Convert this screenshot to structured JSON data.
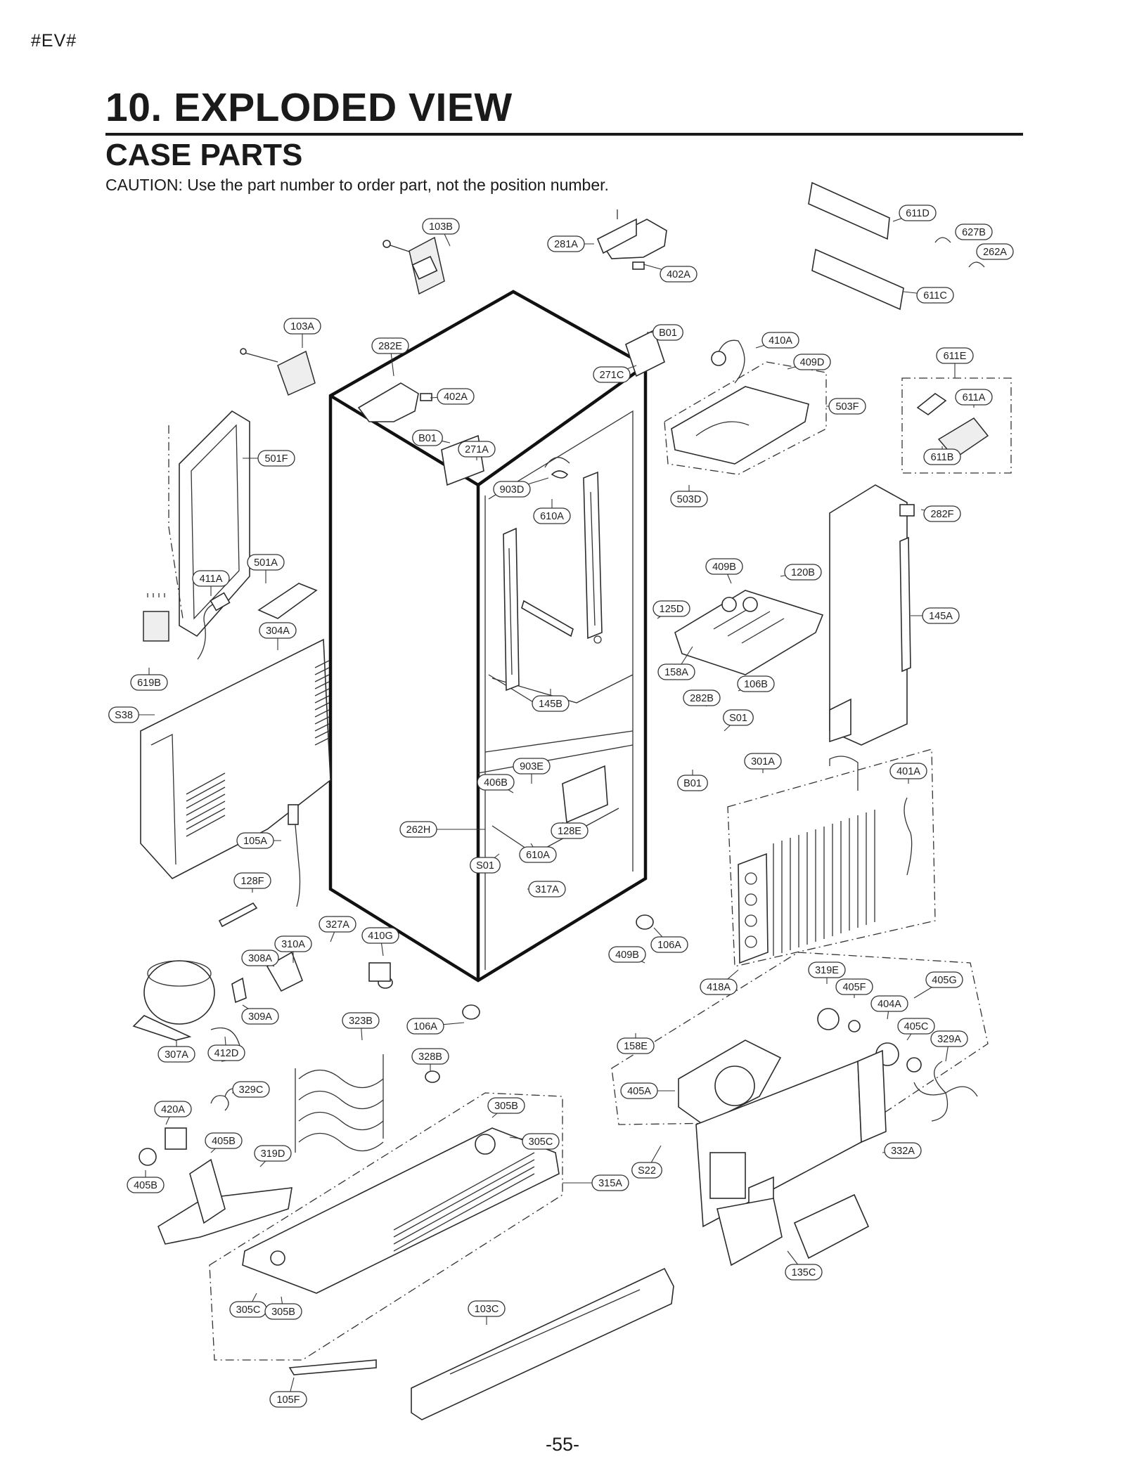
{
  "page": {
    "tag": "#EV#",
    "title": "10. EXPLODED VIEW",
    "subtitle": "CASE PARTS",
    "caution": "CAUTION: Use the part number to order part, not the position number.",
    "page_number": "-55-"
  },
  "callouts": [
    {
      "label": "103B"
    },
    {
      "label": "281A"
    },
    {
      "label": "402A"
    },
    {
      "label": "611D"
    },
    {
      "label": "627B"
    },
    {
      "label": "262A"
    },
    {
      "label": "611C"
    },
    {
      "label": "103A"
    },
    {
      "label": "282E"
    },
    {
      "label": "402A"
    },
    {
      "label": "B01"
    },
    {
      "label": "271C"
    },
    {
      "label": "410A"
    },
    {
      "label": "409D"
    },
    {
      "label": "611E"
    },
    {
      "label": "611A"
    },
    {
      "label": "503F"
    },
    {
      "label": "611B"
    },
    {
      "label": "B01"
    },
    {
      "label": "271A"
    },
    {
      "label": "501F"
    },
    {
      "label": "903D"
    },
    {
      "label": "610A"
    },
    {
      "label": "503D"
    },
    {
      "label": "282F"
    },
    {
      "label": "501A"
    },
    {
      "label": "411A"
    },
    {
      "label": "409B"
    },
    {
      "label": "120B"
    },
    {
      "label": "304A"
    },
    {
      "label": "125D"
    },
    {
      "label": "145A"
    },
    {
      "label": "619B"
    },
    {
      "label": "158A"
    },
    {
      "label": "106B"
    },
    {
      "label": "S38"
    },
    {
      "label": "145B"
    },
    {
      "label": "282B"
    },
    {
      "label": "S01"
    },
    {
      "label": "301A"
    },
    {
      "label": "903E"
    },
    {
      "label": "401A"
    },
    {
      "label": "406B"
    },
    {
      "label": "B01"
    },
    {
      "label": "262H"
    },
    {
      "label": "128E"
    },
    {
      "label": "105A"
    },
    {
      "label": "610A"
    },
    {
      "label": "S01"
    },
    {
      "label": "317A"
    },
    {
      "label": "128F"
    },
    {
      "label": "327A"
    },
    {
      "label": "410G"
    },
    {
      "label": "310A"
    },
    {
      "label": "106A"
    },
    {
      "label": "308A"
    },
    {
      "label": "409B"
    },
    {
      "label": "418A"
    },
    {
      "label": "319E"
    },
    {
      "label": "405F"
    },
    {
      "label": "405G"
    },
    {
      "label": "404A"
    },
    {
      "label": "309A"
    },
    {
      "label": "323B"
    },
    {
      "label": "106A"
    },
    {
      "label": "405C"
    },
    {
      "label": "329A"
    },
    {
      "label": "307A"
    },
    {
      "label": "412D"
    },
    {
      "label": "328B"
    },
    {
      "label": "158E"
    },
    {
      "label": "329C"
    },
    {
      "label": "405A"
    },
    {
      "label": "420A"
    },
    {
      "label": "305B"
    },
    {
      "label": "405B"
    },
    {
      "label": "305C"
    },
    {
      "label": "319D"
    },
    {
      "label": "332A"
    },
    {
      "label": "S22"
    },
    {
      "label": "315A"
    },
    {
      "label": "405B"
    },
    {
      "label": "305C"
    },
    {
      "label": "305B"
    },
    {
      "label": "103C"
    },
    {
      "label": "135C"
    },
    {
      "label": "105F"
    }
  ]
}
